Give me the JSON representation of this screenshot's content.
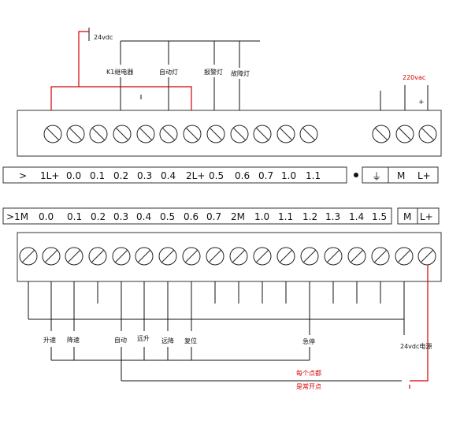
{
  "top_labels": {
    "supply_24vdc": "24vdc",
    "k1_relay": "K1继电器",
    "auto_lamp": "自动灯",
    "alarm_lamp": "报警灯",
    "fault_lamp": "故障灯",
    "ac_220": "220vac",
    "plus": "+"
  },
  "output_row": {
    "labels": [
      ">",
      "1L+",
      "0.0",
      "0.1",
      "0.2",
      "0.3",
      "0.4",
      "2L+",
      "0.5",
      "0.6",
      "0.7",
      "1.0",
      "1.1"
    ],
    "power_labels": [
      "⏚",
      "M",
      "L+"
    ]
  },
  "input_row": {
    "labels": [
      ">1M",
      "0.0",
      "0.1",
      "0.2",
      "0.3",
      "0.4",
      "0.5",
      "0.6",
      "0.7",
      "2M",
      "1.0",
      "1.1",
      "1.2",
      "1.3",
      "1.4",
      "1.5"
    ],
    "power_labels": [
      "M",
      "L+"
    ]
  },
  "bottom_labels": {
    "raise_speed": "升速",
    "lower_speed": "降速",
    "auto": "自动",
    "remote_raise": "远升",
    "remote_lower": "远降",
    "reset": "复位",
    "emergency_stop": "急停",
    "supply_24vdc": "24vdc电源"
  },
  "note": {
    "line1": "每个点都",
    "line2": "是常开点"
  },
  "colors": {
    "line": "#111111",
    "red": "#d40000",
    "frame": "#333333"
  }
}
